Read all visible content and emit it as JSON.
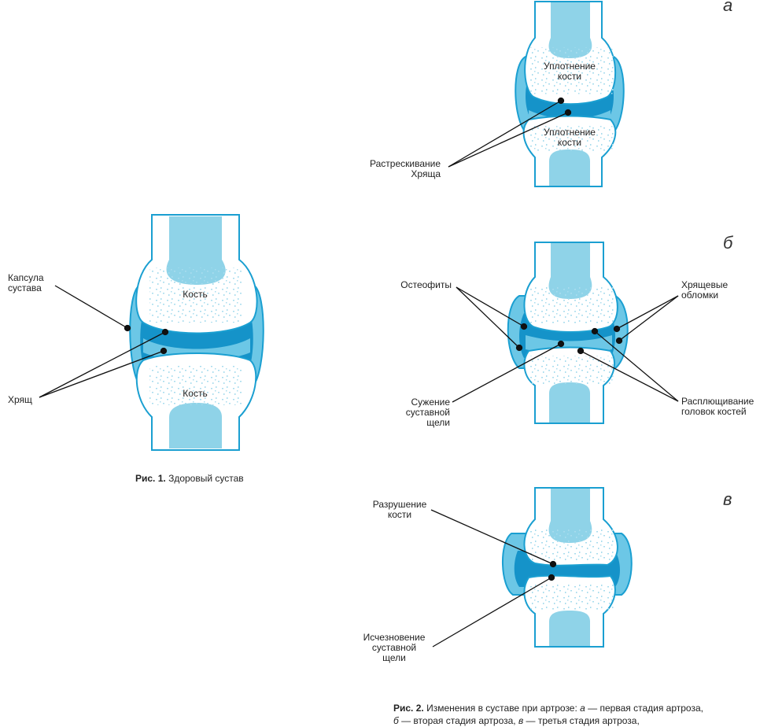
{
  "fig1": {
    "labels": {
      "capsule": "Капсула\nсустава",
      "cartilage": "Хрящ",
      "bone_top": "Кость",
      "bone_bottom": "Кость"
    },
    "caption_bold": "Рис. 1.",
    "caption_text": " Здоровый сустав"
  },
  "fig2": {
    "stage_a": {
      "letter": "а",
      "densification_top": "Уплотнение\nкости",
      "densification_bottom": "Уплотнение\nкости",
      "cracking": "Растрескивание\nХряща"
    },
    "stage_b": {
      "letter": "б",
      "osteophytes": "Остеофиты",
      "fragments": "Хрящевые\nобломки",
      "narrowing": "Сужение\nсуставной\nщели",
      "flattening": "Расплющивание\nголовок костей"
    },
    "stage_c": {
      "letter": "в",
      "destruction": "Разрушение\nкости",
      "disappearance": "Исчезновение\nсуставной\nщели"
    },
    "caption_bold": "Рис. 2.",
    "caption_line1": " Изменения в суставе при артрозе: ",
    "caption_a_letter": "а",
    "caption_a_text": " — первая стадия артроза,",
    "caption_b_letter": "б",
    "caption_b_text": " — вторая стадия артроза, ",
    "caption_c_letter": "в",
    "caption_c_text": " — третья стадия артроза,"
  },
  "colors": {
    "outline": "#1a9fd1",
    "marrow": "#8fd3e8",
    "capsule_light": "#6cc7e6",
    "capsule_dark": "#1593c9",
    "speckle": "#a8dcee"
  }
}
